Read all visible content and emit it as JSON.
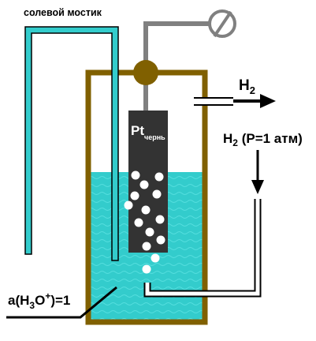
{
  "labels": {
    "salt_bridge": "солевой мостик",
    "h2_out_main": "H",
    "h2_out_sub": "2",
    "h2_in_main": "H",
    "h2_in_sub": "2",
    "h2_in_rest": " (P=1 атм)",
    "electrode_main": "Pt",
    "electrode_sub": "чернь",
    "activity_a": "a(H",
    "activity_sub": "3",
    "activity_o": "O",
    "activity_sup": "+",
    "activity_rest": ")=1"
  },
  "icons": {
    "voltmeter": "voltmeter-icon"
  },
  "colors": {
    "solution": "#33CCCC",
    "vessel": "#806000",
    "wire": "#808080",
    "electrode": "#333333",
    "bubble": "#FFFFFF"
  }
}
